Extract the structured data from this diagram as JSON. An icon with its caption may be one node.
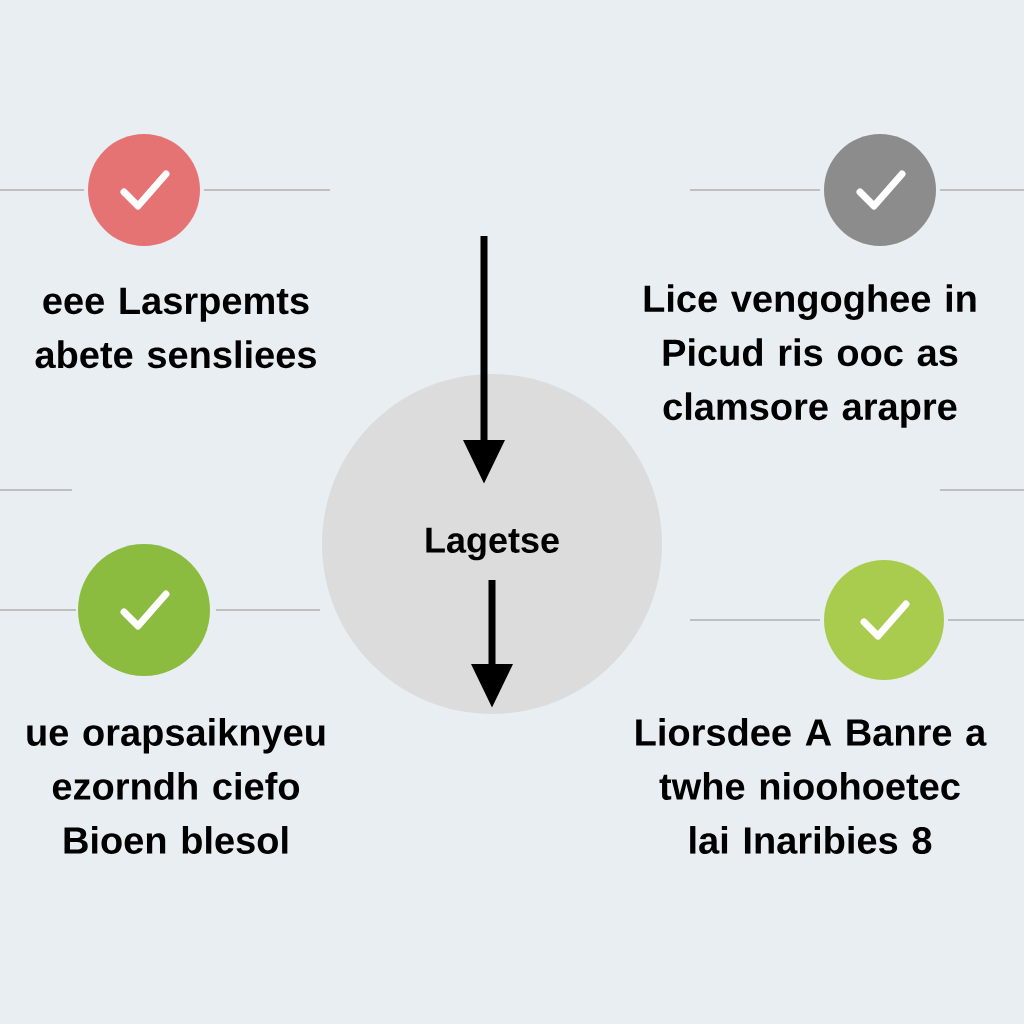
{
  "diagram": {
    "nodes": [
      {
        "text": [],
        "shape": "circle"
      },
      {
        "text": [],
        "shape": "circle"
      },
      {
        "text": [],
        "shape": "circle"
      },
      {
        "text": [],
        "shape": "circle"
      },
      {
        "text": [
          "Lagetse"
        ]
      }
    ],
    "edges": [
      {
        "from": null,
        "to": 4,
        "arrow": "to"
      },
      {
        "from": 4,
        "to": null,
        "arrow": "to"
      }
    ],
    "labels": [
      "eee Lasrpemts abete sensliees",
      "Lice vengoghee in Picud ris ooc as clamsore arapre",
      "ue orapsaiknyeu ezorndh ciefo Bioen blesol",
      "Liorsdee A Banre a twhe nioohoetec lai Inaribies 8"
    ]
  }
}
